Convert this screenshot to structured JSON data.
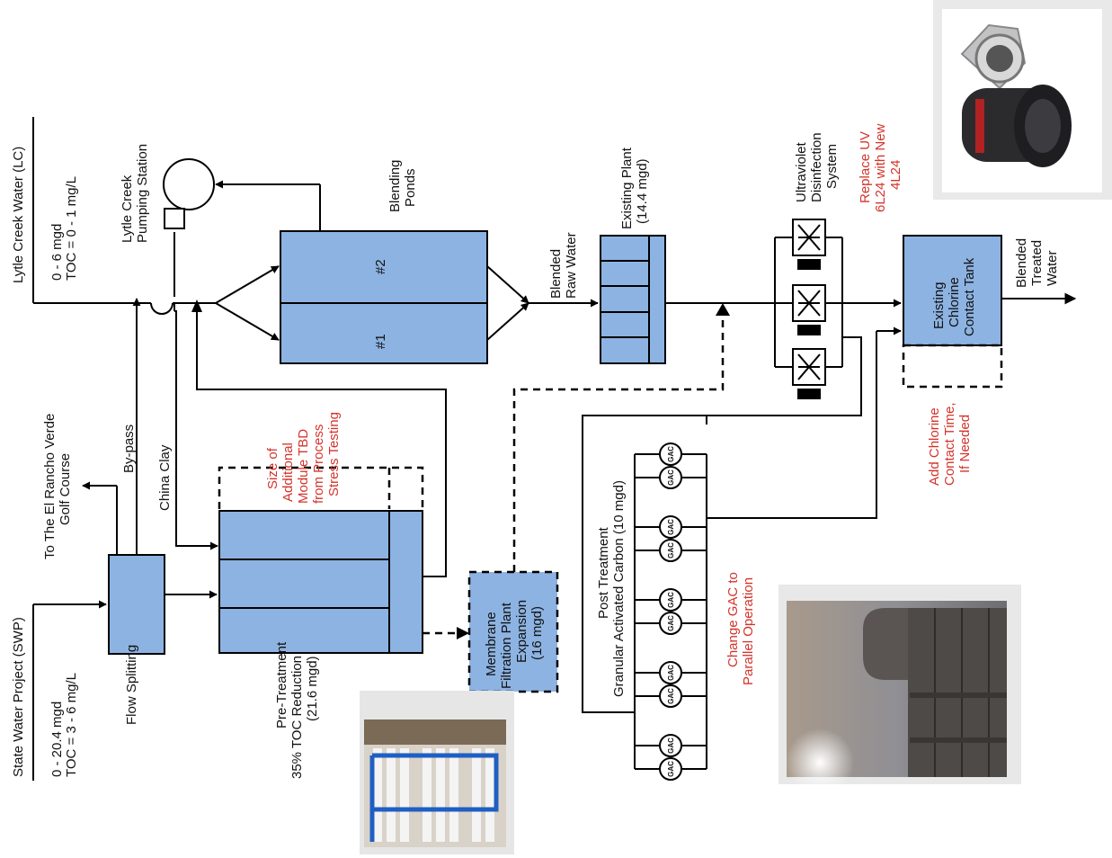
{
  "sources": {
    "lytle_creek": {
      "name": "Lytle Creek Water (LC)",
      "flow": "0 - 6 mgd",
      "toc": "TOC = 0 - 1 mg/L"
    },
    "state_water": {
      "name": "State Water Project (SWP)",
      "flow": "0 - 20.4 mgd",
      "toc": "TOC = 3 - 6 mg/L"
    }
  },
  "labels": {
    "pumping_station": [
      "Lytle Creek",
      "Pumping Station"
    ],
    "blending_ponds": [
      "Blending",
      "Ponds"
    ],
    "pond_1": "#1",
    "pond_2": "#2",
    "blended_raw": [
      "Blended",
      "Raw Water"
    ],
    "existing_plant": [
      "Existing Plant",
      "(14.4 mgd)"
    ],
    "uv_system": [
      "Ultraviolet",
      "Disinfection",
      "System"
    ],
    "replace_uv": [
      "Replace UV",
      "6L24 with New",
      "4L24"
    ],
    "chlorine_tank": [
      "Existing",
      "Chlorine",
      "Contact Tank"
    ],
    "blended_treated": [
      "Blended",
      "Treated",
      "Water"
    ],
    "add_chlorine": [
      "Add Chlorine",
      "Contact Time,",
      "If Needed"
    ],
    "golf_course": [
      "To The El Rancho Verde",
      "Golf Course"
    ],
    "bypass": "By-pass",
    "china_clay": "China Clay",
    "flow_splitting": "Flow Splitting",
    "size_module": [
      "Size of",
      "Additional",
      "Module TBD",
      "from Process",
      "Stress Testing"
    ],
    "pretreatment": [
      "Pre-Treatment",
      "35% TOC Reduction",
      "(21.6 mgd)"
    ],
    "membrane": [
      "Membrane",
      "Filtration Plant",
      "Expansion",
      "(16 mgd)"
    ],
    "post_treatment": [
      "Post Treatment",
      "Granular Activated Carbon (10 mgd)"
    ],
    "change_gac": [
      "Change GAC to",
      "Parallel Operation"
    ],
    "gac_unit": "GAC"
  },
  "colors": {
    "box_fill": "#8db3e2",
    "note_red": "#d4342b",
    "line": "#000000"
  },
  "photos": [
    "uv-reactor-photo",
    "membrane-rack-photo",
    "gac-vessels-photo"
  ]
}
